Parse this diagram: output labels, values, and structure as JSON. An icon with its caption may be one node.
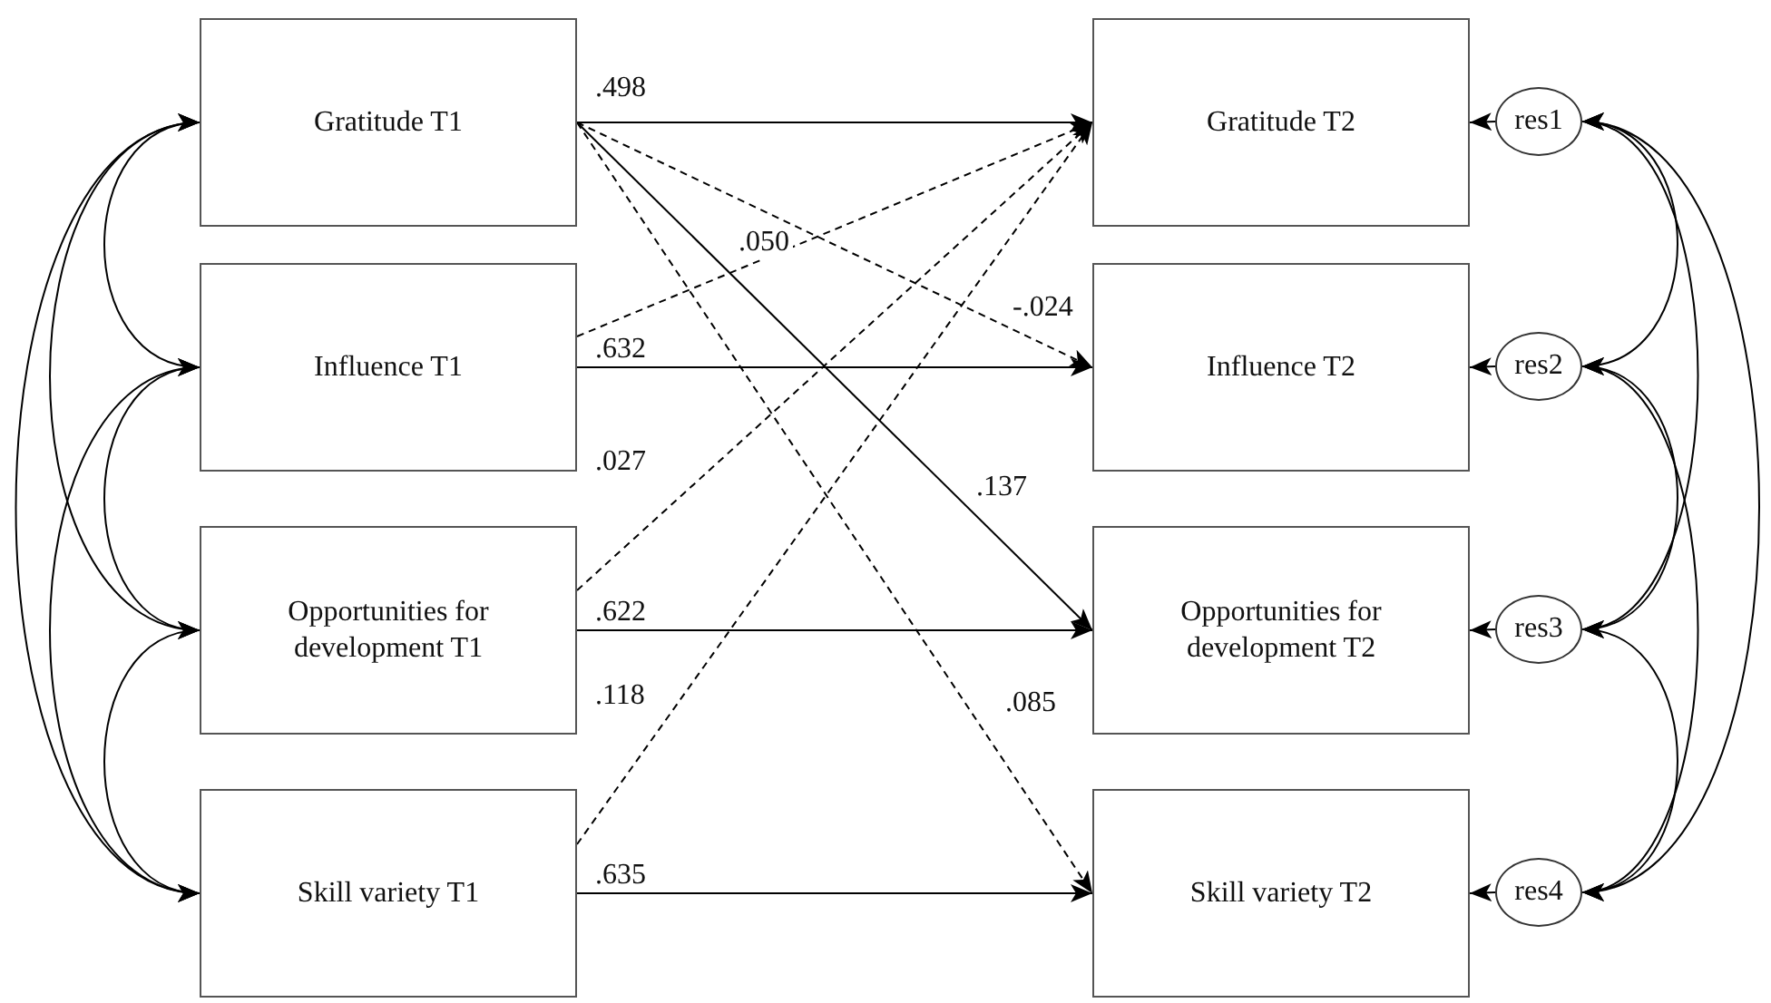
{
  "diagram": {
    "nodes": [
      {
        "text": [
          "Gratitude T1"
        ]
      },
      {
        "text": [
          "Influence T1"
        ]
      },
      {
        "text": [
          "Opportunities for development T1"
        ]
      },
      {
        "text": [
          "Skill variety T1"
        ]
      },
      {
        "text": [
          "Gratitude T2"
        ]
      },
      {
        "text": [
          "Influence T2"
        ]
      },
      {
        "text": [
          "Opportunities for development T2"
        ]
      },
      {
        "text": [
          "Skill variety T2"
        ]
      },
      {
        "text": [
          "res1"
        ]
      },
      {
        "text": [
          "res2"
        ]
      },
      {
        "text": [
          "res3"
        ]
      },
      {
        "text": [
          "res4"
        ]
      }
    ],
    "edges": [
      {
        "from": 0,
        "to": 4,
        "arrow": "to",
        "label": ".498"
      },
      {
        "from": 0,
        "to": 5,
        "arrow": "to",
        "label": "-.024",
        "style": "dashed"
      },
      {
        "from": 0,
        "to": 6,
        "arrow": "to",
        "label": ".137"
      },
      {
        "from": 0,
        "to": 7,
        "arrow": "to",
        "label": ".085",
        "style": "dashed"
      },
      {
        "from": 1,
        "to": 4,
        "arrow": "to",
        "label": ".050",
        "style": "dashed"
      },
      {
        "from": 1,
        "to": 5,
        "arrow": "to",
        "label": ".632"
      },
      {
        "from": 2,
        "to": 4,
        "arrow": "to",
        "label": ".027",
        "style": "dashed"
      },
      {
        "from": 2,
        "to": 6,
        "arrow": "to",
        "label": ".622"
      },
      {
        "from": 3,
        "to": 4,
        "arrow": "to",
        "label": ".118",
        "style": "dashed"
      },
      {
        "from": 3,
        "to": 7,
        "arrow": "to",
        "label": ".635"
      },
      {
        "from": 8,
        "to": 4,
        "arrow": "to"
      },
      {
        "from": 9,
        "to": 5,
        "arrow": "to"
      },
      {
        "from": 10,
        "to": 6,
        "arrow": "to"
      },
      {
        "from": 11,
        "to": 7,
        "arrow": "to"
      },
      {
        "from": 0,
        "to": 1,
        "arrow": "both"
      },
      {
        "from": 0,
        "to": 2,
        "arrow": "both"
      },
      {
        "from": 0,
        "to": 3,
        "arrow": "both"
      },
      {
        "from": 1,
        "to": 2,
        "arrow": "both"
      },
      {
        "from": 1,
        "to": 3,
        "arrow": "both"
      },
      {
        "from": 2,
        "to": 3,
        "arrow": "both"
      },
      {
        "from": 8,
        "to": 9,
        "arrow": "both"
      },
      {
        "from": 8,
        "to": 10,
        "arrow": "both"
      },
      {
        "from": 8,
        "to": 11,
        "arrow": "both"
      },
      {
        "from": 9,
        "to": 10,
        "arrow": "both"
      },
      {
        "from": 9,
        "to": 11,
        "arrow": "both"
      },
      {
        "from": 10,
        "to": 11,
        "arrow": "both"
      }
    ]
  }
}
